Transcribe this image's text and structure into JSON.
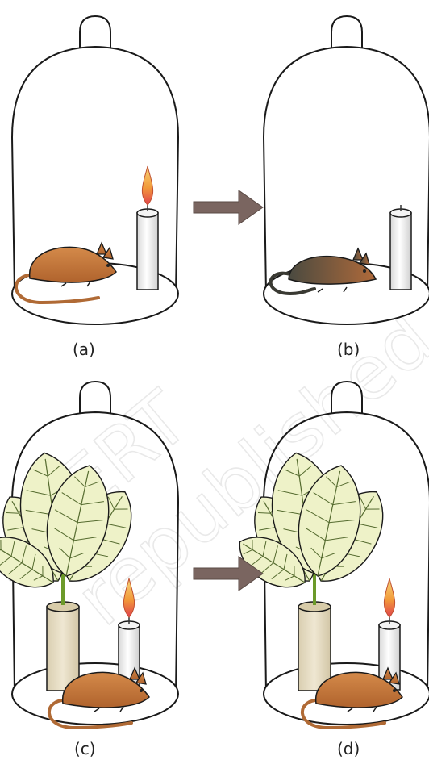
{
  "panels": [
    {
      "label": "(a)",
      "candle_lit": true,
      "has_plant": false,
      "mouse_state": "alive"
    },
    {
      "label": "(b)",
      "candle_lit": false,
      "has_plant": false,
      "mouse_state": "dead"
    },
    {
      "label": "(c)",
      "candle_lit": true,
      "has_plant": true,
      "mouse_state": "alive"
    },
    {
      "label": "(d)",
      "candle_lit": true,
      "has_plant": true,
      "mouse_state": "alive"
    }
  ],
  "arrows": [
    {
      "from": "(a)",
      "to": "(b)"
    },
    {
      "from": "(c)",
      "to": "(d)"
    }
  ],
  "watermark": {
    "line1": "NCERT",
    "line2": "republished"
  },
  "colors": {
    "outline": "#1a1a1a",
    "arrow": "#7a6560",
    "mouse_alive": "#c77a3e",
    "mouse_dead": "#6b5a46",
    "candle_body": "#f2f2f2",
    "flame": "#f2a03a",
    "leaf": "#eef2c8",
    "pot": "#e7ddc4"
  }
}
